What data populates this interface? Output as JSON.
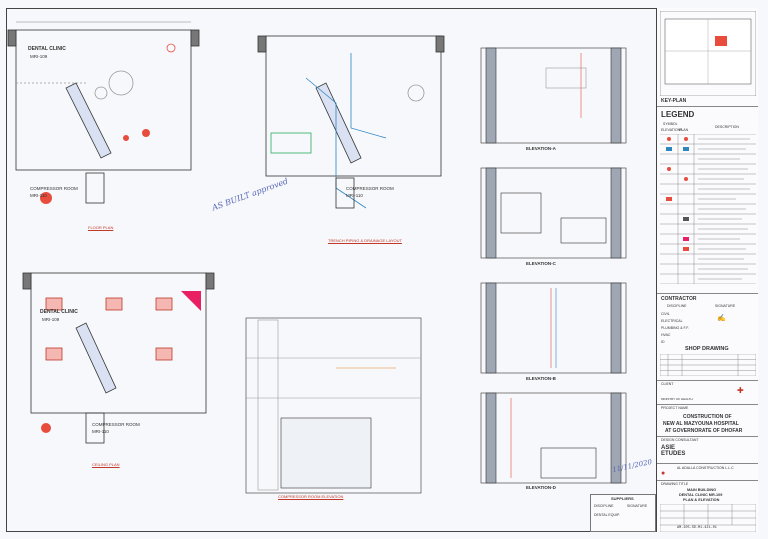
{
  "plans": {
    "floor_plan": {
      "title": "FLOOR PLAN",
      "room": "DENTAL CLINIC",
      "room_code": "MRI-109",
      "compressor": "COMPRESSOR ROOM",
      "compressor_code": "MRI-110"
    },
    "trench_plan": {
      "title": "TRENCH PIPING & DRAINAGE LAYOUT",
      "compressor": "COMPRESSOR ROOM",
      "compressor_code": "MRI-110"
    },
    "ceiling_plan": {
      "title": "CEILING PLAN",
      "room": "DENTAL CLINIC",
      "room_code": "MRI-109",
      "compressor": "COMPRESSOR ROOM",
      "compressor_code": "MRI-110"
    },
    "compressor_elevation": {
      "title": "COMPRESSOR ROOM ELEVATION"
    }
  },
  "elevations": {
    "a": "ELEVATION-A",
    "c": "ELEVATION-C",
    "b": "ELEVATION-B",
    "d": "ELEVATION-D"
  },
  "title_block": {
    "key_plan": "KEY-PLAN",
    "legend": "LEGEND",
    "legend_headers": [
      "SYMBOL",
      "ELEVATIONS",
      "PLAN",
      "DESCRIPTION"
    ],
    "contractor": "CONTRACTOR",
    "contractor_headers": [
      "DISCIPLINE",
      "SIGNATURE"
    ],
    "disciplines": [
      "CIVIL",
      "ELECTRICAL",
      "PLUMBING & F.F.",
      "HVAC",
      "ID"
    ],
    "shop_drawing": "SHOP DRAWING",
    "client": "CLIENT",
    "ministry": "MINISTRY OF HEALTH",
    "project": "PROJECT NAME",
    "project_name": [
      "CONSTRUCTION OF",
      "NEW AL MAZYOUNA HOSPITAL",
      "AT GOVERNORATE OF DHOFAR"
    ],
    "consultant": "DESIGN CONSULTANT",
    "consultant_logo": "ASIE ETUDES",
    "contractor_name": "AL ADALLA CONSTRUCTION L.L.C",
    "drawing_title": [
      "MAIN BUILDING",
      "DENTAL CLINIC MR-109",
      "PLAN & ELEVATION"
    ],
    "drawing_title_label": "DRAWING TITLE",
    "suppliers": "SUPPLIERS",
    "discipline_label": "DISCIPLINE",
    "signature_label": "SIGNATURE",
    "supplier_row": "DENTAL EQUIP.",
    "drawing_no": "AM-105-SD-M1-421-01"
  },
  "annotations": {
    "stamp": "AS BUILT approved",
    "date": "11/11/2020"
  }
}
